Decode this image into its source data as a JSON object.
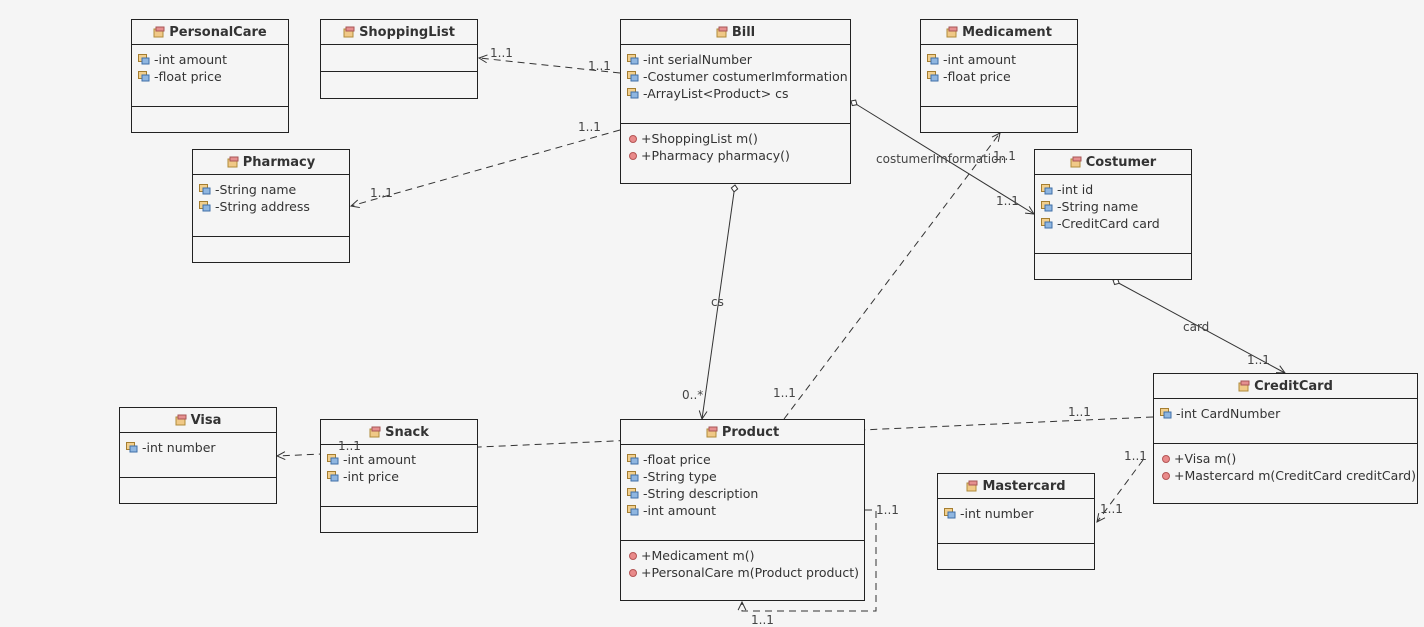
{
  "classes": [
    {
      "key": "personalcare",
      "name": "PersonalCare",
      "attributes": [
        "-int amount",
        "-float price"
      ],
      "operations": []
    },
    {
      "key": "shoppinglist",
      "name": "ShoppingList",
      "attributes": [],
      "operations": []
    },
    {
      "key": "bill",
      "name": "Bill",
      "attributes": [
        "-int serialNumber",
        "-Costumer costumerImformation",
        "-ArrayList<Product> cs"
      ],
      "operations": [
        "+ShoppingList m()",
        "+Pharmacy pharmacy()"
      ]
    },
    {
      "key": "medicament",
      "name": "Medicament",
      "attributes": [
        "-int amount",
        "-float price"
      ],
      "operations": []
    },
    {
      "key": "pharmacy",
      "name": "Pharmacy",
      "attributes": [
        "-String name",
        "-String address"
      ],
      "operations": []
    },
    {
      "key": "costumer",
      "name": "Costumer",
      "attributes": [
        "-int id",
        "-String name",
        "-CreditCard card"
      ],
      "operations": []
    },
    {
      "key": "creditcard",
      "name": "CreditCard",
      "attributes": [
        "-int CardNumber"
      ],
      "operations": [
        "+Visa m()",
        "+Mastercard m(CreditCard creditCard)"
      ]
    },
    {
      "key": "visa",
      "name": "Visa",
      "attributes": [
        "-int number"
      ],
      "operations": []
    },
    {
      "key": "snack",
      "name": "Snack",
      "attributes": [
        "-int amount",
        "-int price"
      ],
      "operations": []
    },
    {
      "key": "product",
      "name": "Product",
      "attributes": [
        "-float price",
        "-String type",
        "-String description",
        "-int amount"
      ],
      "operations": [
        "+Medicament m()",
        "+PersonalCare m(Product product)"
      ]
    },
    {
      "key": "mastercard",
      "name": "Mastercard",
      "attributes": [
        "-int number"
      ],
      "operations": []
    }
  ],
  "relationships": [
    {
      "key": "bill-shoppinglist",
      "type": "dependency",
      "from": "Bill",
      "to": "ShoppingList",
      "labels": [
        "1..1",
        "1..1"
      ]
    },
    {
      "key": "bill-pharmacy",
      "type": "dependency",
      "from": "Bill",
      "to": "Pharmacy",
      "labels": [
        "1..1",
        "1..1"
      ]
    },
    {
      "key": "bill-product",
      "type": "aggregation",
      "from": "Bill",
      "to": "Product",
      "labels": [
        "cs",
        "0..*"
      ]
    },
    {
      "key": "bill-costumer",
      "type": "aggregation",
      "from": "Bill",
      "to": "Costumer",
      "labels": [
        "costumerImformation",
        "1..1"
      ]
    },
    {
      "key": "product-medicament",
      "type": "dependency",
      "from": "Product",
      "to": "Medicament",
      "labels": [
        "1..1",
        "1..1"
      ]
    },
    {
      "key": "costumer-creditcard",
      "type": "aggregation",
      "from": "Costumer",
      "to": "CreditCard",
      "labels": [
        "card",
        "1..1"
      ]
    },
    {
      "key": "creditcard-visa",
      "type": "dependency",
      "from": "CreditCard",
      "to": "Visa",
      "labels": [
        "1..1",
        "1..1"
      ]
    },
    {
      "key": "creditcard-mastercard",
      "type": "dependency",
      "from": "CreditCard",
      "to": "Mastercard",
      "labels": [
        "1..1",
        "1..1"
      ]
    },
    {
      "key": "product-self",
      "type": "dependency",
      "from": "Product",
      "to": "Product",
      "labels": [
        "1..1",
        "1..1"
      ]
    }
  ],
  "colors": {
    "line": "#333333",
    "box_border": "#222222",
    "background": "#f5f5f5",
    "operation_icon": "#e98a8a"
  },
  "icons": {
    "class": "class-icon",
    "attribute": "attribute-icon",
    "operation": "operation-icon"
  }
}
